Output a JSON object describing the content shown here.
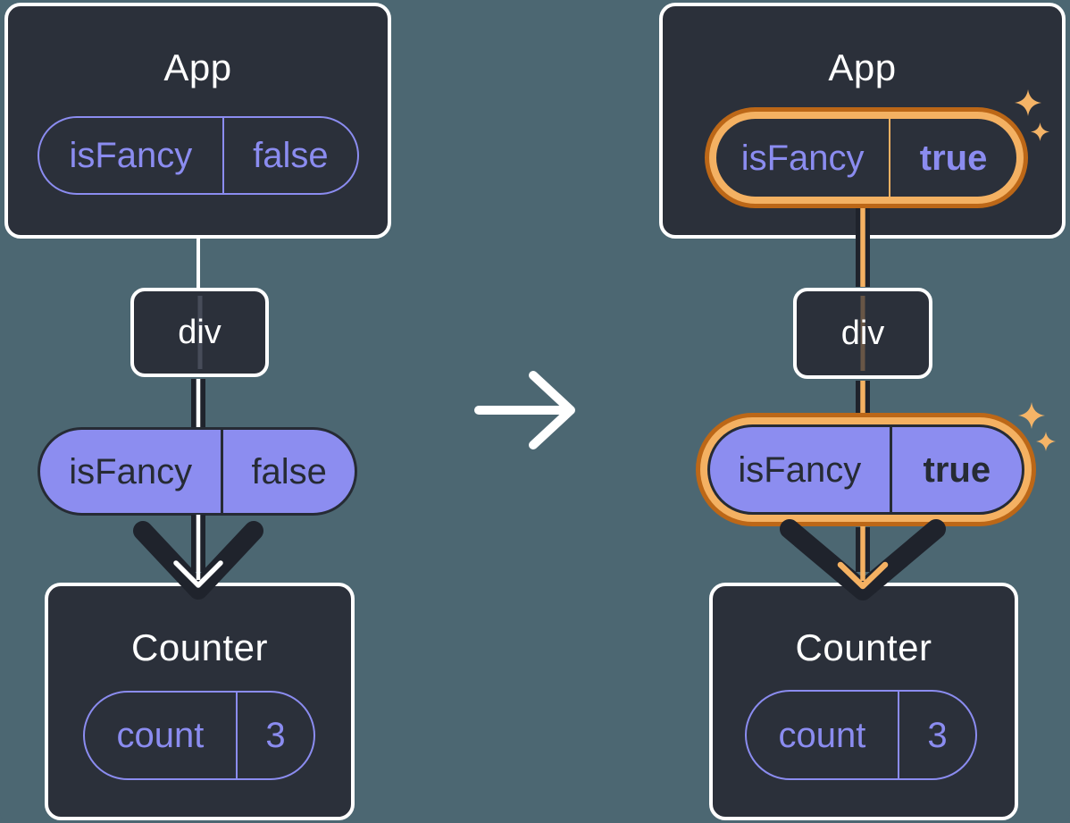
{
  "diagram_before": {
    "root_component": "App",
    "root_state": {
      "name": "isFancy",
      "value": "false"
    },
    "middle_element": "div",
    "passed_prop": {
      "name": "isFancy",
      "value": "false"
    },
    "child_component": "Counter",
    "child_state": {
      "name": "count",
      "value": "3"
    }
  },
  "diagram_after": {
    "root_component": "App",
    "root_state": {
      "name": "isFancy",
      "value": "true"
    },
    "middle_element": "div",
    "passed_prop": {
      "name": "isFancy",
      "value": "true"
    },
    "child_component": "Counter",
    "child_state": {
      "name": "count",
      "value": "3"
    }
  },
  "icons": {
    "transition_arrow": "right-arrow-icon",
    "sparkles": "sparkle-icon"
  },
  "colors": {
    "background": "#4C6772",
    "panel": "#2B303A",
    "outline_white": "#FFFFFF",
    "purple": "#8B8CF0",
    "purple_fill": "#8C8DF0",
    "dark_text": "#262B34",
    "arrow_dark": "#1F232C",
    "highlight_orange": "#F4B162",
    "highlight_orange_dark": "#BC6717"
  }
}
